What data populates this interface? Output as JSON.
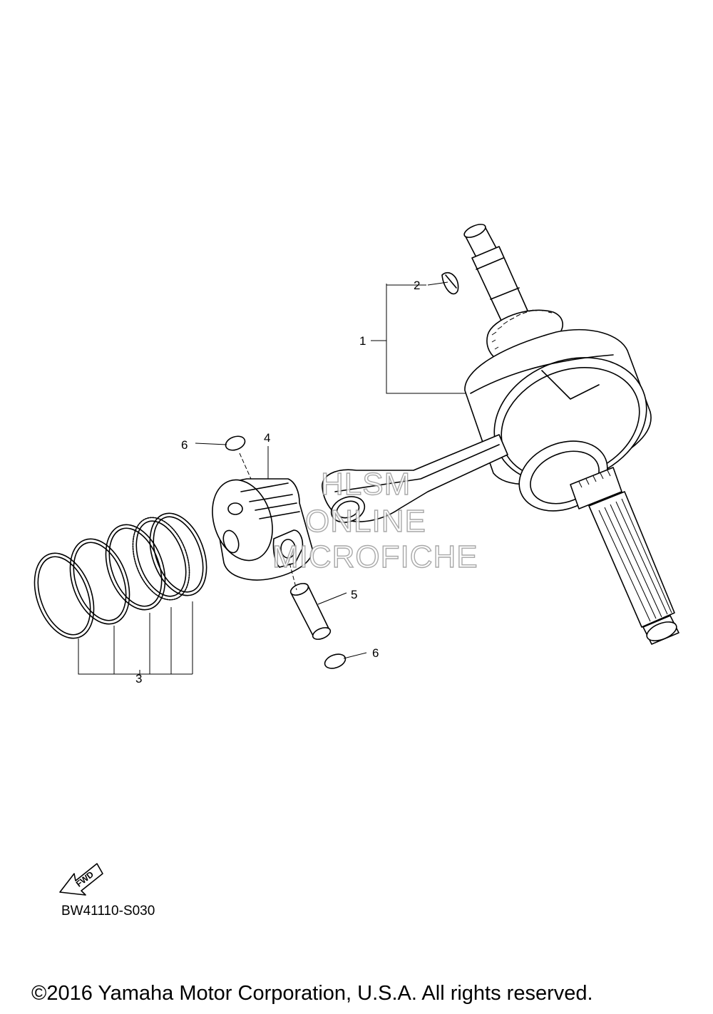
{
  "callouts": [
    {
      "id": "1",
      "text": "1"
    },
    {
      "id": "2",
      "text": "2"
    },
    {
      "id": "3",
      "text": "3"
    },
    {
      "id": "4",
      "text": "4"
    },
    {
      "id": "5",
      "text": "5"
    },
    {
      "id": "6a",
      "text": "6"
    },
    {
      "id": "6b",
      "text": "6"
    }
  ],
  "watermark": {
    "line1": "HLSM",
    "line2": "ONLINE",
    "line3": "MICROFICHE"
  },
  "fwd_label": "FWD",
  "reference_code": "BW41110-S030",
  "copyright": "©2016 Yamaha Motor Corporation, U.S.A. All rights reserved."
}
